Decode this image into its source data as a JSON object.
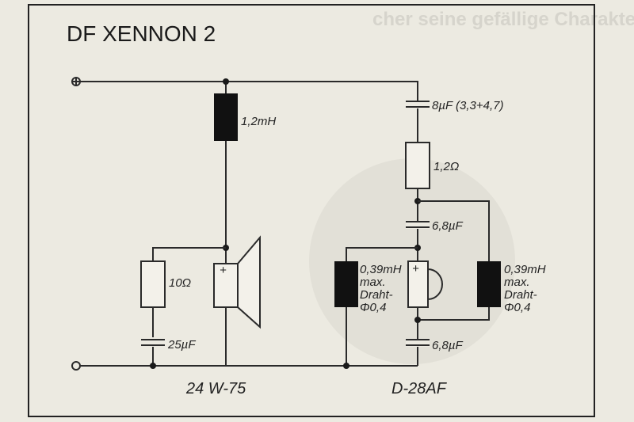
{
  "background_text": "cher seine gefällige Charakteristik",
  "title": "DF XENNON 2",
  "components": {
    "woofer_inductor": "1,2mH",
    "tweeter_cap_1": "8µF (3,3+4,7)",
    "tweeter_resistor": "1,2Ω",
    "tweeter_cap_2": "6,8µF",
    "tweeter_inductor_left": [
      "0,39mH",
      "max.",
      "Draht-",
      "Φ0,4"
    ],
    "tweeter_inductor_right": [
      "0,39mH",
      "max.",
      "Draht-",
      "Φ0,4"
    ],
    "zobel_resistor": "10Ω",
    "zobel_cap": "25µF",
    "tweeter_cap_3": "6,8µF",
    "woofer_polarity": "+",
    "tweeter_polarity": "+"
  },
  "drivers": {
    "woofer": "24 W-75",
    "tweeter": "D-28AF"
  },
  "terminals": {
    "positive": "⊕",
    "negative": "○"
  }
}
